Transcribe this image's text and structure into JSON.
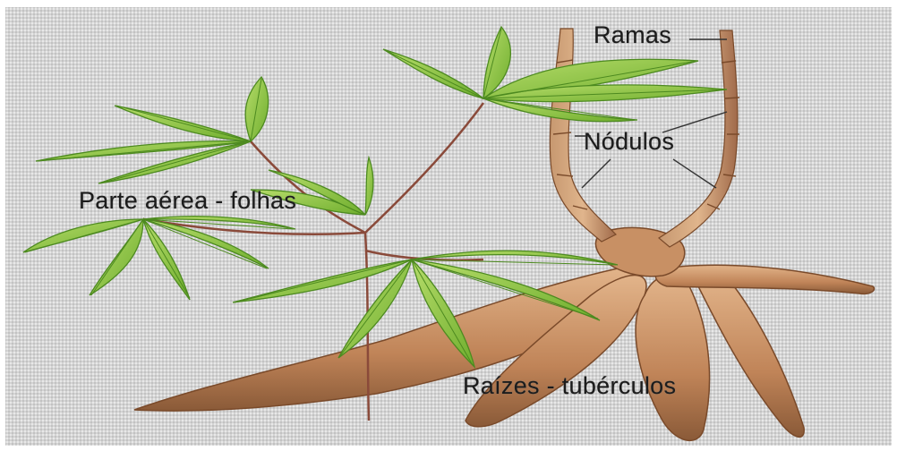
{
  "labels": {
    "ramas": "Ramas",
    "nodulos": "Nódulos",
    "parte_aerea": "Parte aérea - folhas",
    "raizes": "Raízes - tubérculos"
  },
  "colors": {
    "background": "#d4d4d4",
    "leaf": "#8cc63f",
    "leaf_vein": "#4d8a20",
    "stem": "#a06a4a",
    "tuber": "#c8946a",
    "tuber_shadow": "#8a5a38",
    "label_text": "#1c1c1c"
  },
  "icons": [
    "cassava-plant-illustration"
  ]
}
